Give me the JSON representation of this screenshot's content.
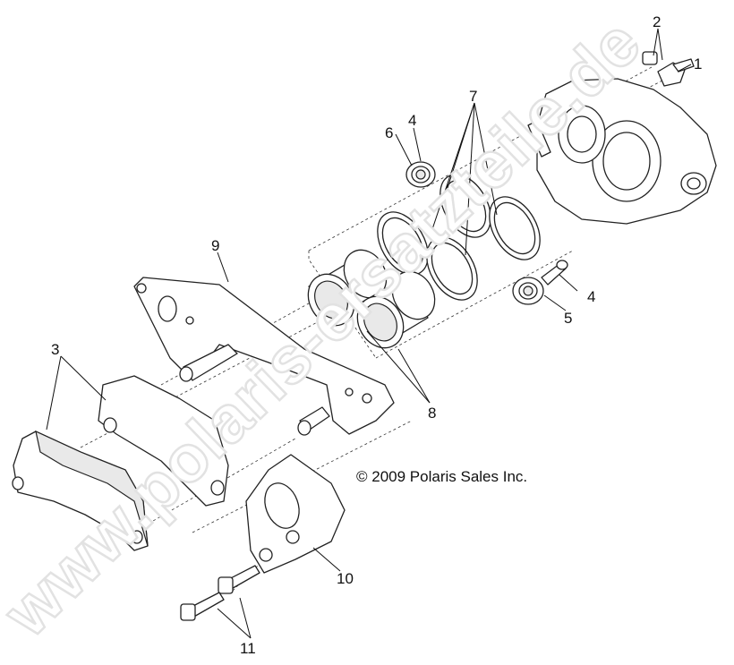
{
  "copyright": "© 2009 Polaris Sales Inc.",
  "watermark": "www.polaris-ersatzteile.de",
  "callouts": [
    {
      "id": "1",
      "text": "1"
    },
    {
      "id": "2",
      "text": "2"
    },
    {
      "id": "3",
      "text": "3"
    },
    {
      "id": "4a",
      "text": "4"
    },
    {
      "id": "4b",
      "text": "4"
    },
    {
      "id": "5",
      "text": "5"
    },
    {
      "id": "6",
      "text": "6"
    },
    {
      "id": "7",
      "text": "7"
    },
    {
      "id": "8",
      "text": "8"
    },
    {
      "id": "9",
      "text": "9"
    },
    {
      "id": "10",
      "text": "10"
    },
    {
      "id": "11",
      "text": "11"
    }
  ]
}
